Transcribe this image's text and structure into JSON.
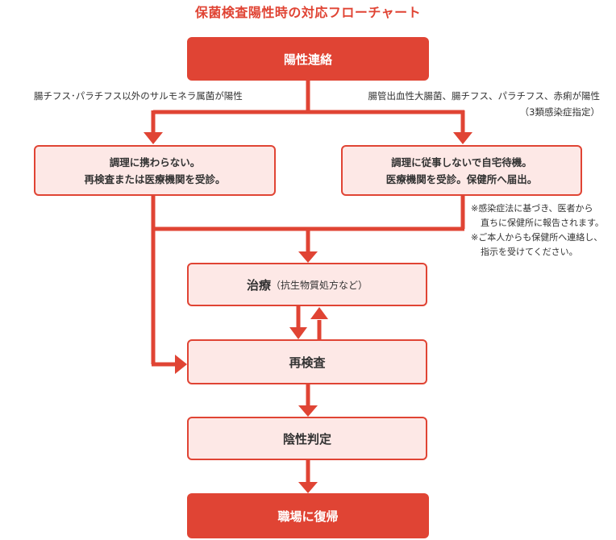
{
  "title": "保菌検査陽性時の対応フローチャート",
  "colors": {
    "accent": "#e04434",
    "box_fill": "#fde8e6",
    "text": "#333333"
  },
  "nodes": {
    "positive_contact": "陽性連絡",
    "left_box": {
      "line1": "調理に携わらない。",
      "line2": "再検査または医療機関を受診。"
    },
    "right_box": {
      "line1": "調理に従事しないで自宅待機。",
      "line2": "医療機関を受診。保健所へ届出。"
    },
    "treatment": {
      "main": "治療",
      "sub": "（抗生物質処方など）"
    },
    "retest": "再検査",
    "negative": "陰性判定",
    "return": "職場に復帰"
  },
  "branches": {
    "left": "腸チフス･パラチフス以外のサルモネラ属菌が陽性",
    "right_line1": "腸管出血性大腸菌、腸チフス、パラチフス、赤痢が陽性",
    "right_line2": "（3類感染症指定）"
  },
  "notes": [
    {
      "line1": "※感染症法に基づき、医者から",
      "line2": "直ちに保健所に報告されます。"
    },
    {
      "line1": "※ご本人からも保健所へ連絡し、",
      "line2": "指示を受けてください。"
    }
  ]
}
